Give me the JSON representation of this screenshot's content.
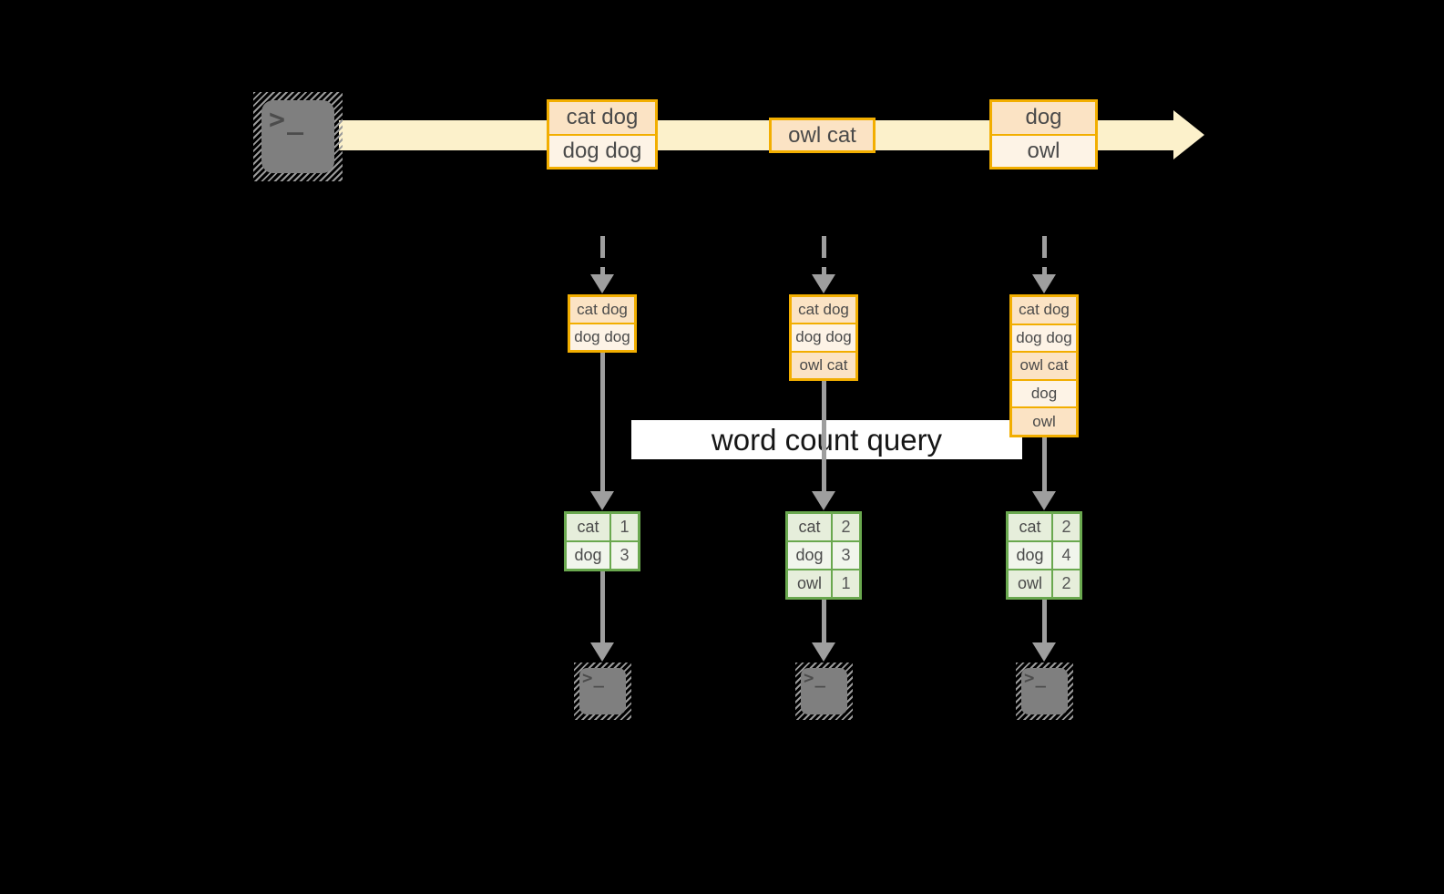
{
  "title_label": "word count query",
  "colors": {
    "background": "#000000",
    "stream_band": "#fcf1cb",
    "box_border_orange": "#f2ae00",
    "box_fill_peach": "#fbe3c4",
    "box_fill_cream": "#fdf3e6",
    "table_border_green": "#6aa84f",
    "table_cell_green_dark": "#e6eedb",
    "table_cell_green_light": "#f1f5ec",
    "arrow_gray": "#9e9e9e",
    "terminal_gray": "#7f7f7f",
    "query_band_bg": "#ffffff",
    "text_dark": "#4a4a4a"
  },
  "icons": {
    "source": "terminal-icon",
    "sink": "terminal-icon",
    "terminal_glyph": ">_"
  },
  "stream": {
    "batches": [
      {
        "lines": [
          "cat dog",
          "dog dog"
        ]
      },
      {
        "lines": [
          "owl cat"
        ]
      },
      {
        "lines": [
          "dog",
          "owl"
        ]
      }
    ]
  },
  "micro_batches": [
    {
      "state_lines": [
        "cat dog",
        "dog dog"
      ],
      "counts": [
        {
          "word": "cat",
          "value": "1"
        },
        {
          "word": "dog",
          "value": "3"
        }
      ]
    },
    {
      "state_lines": [
        "cat dog",
        "dog dog",
        "owl cat"
      ],
      "counts": [
        {
          "word": "cat",
          "value": "2"
        },
        {
          "word": "dog",
          "value": "3"
        },
        {
          "word": "owl",
          "value": "1"
        }
      ]
    },
    {
      "state_lines": [
        "cat dog",
        "dog dog",
        "owl cat",
        "dog",
        "owl"
      ],
      "counts": [
        {
          "word": "cat",
          "value": "2"
        },
        {
          "word": "dog",
          "value": "4"
        },
        {
          "word": "owl",
          "value": "2"
        }
      ]
    }
  ]
}
